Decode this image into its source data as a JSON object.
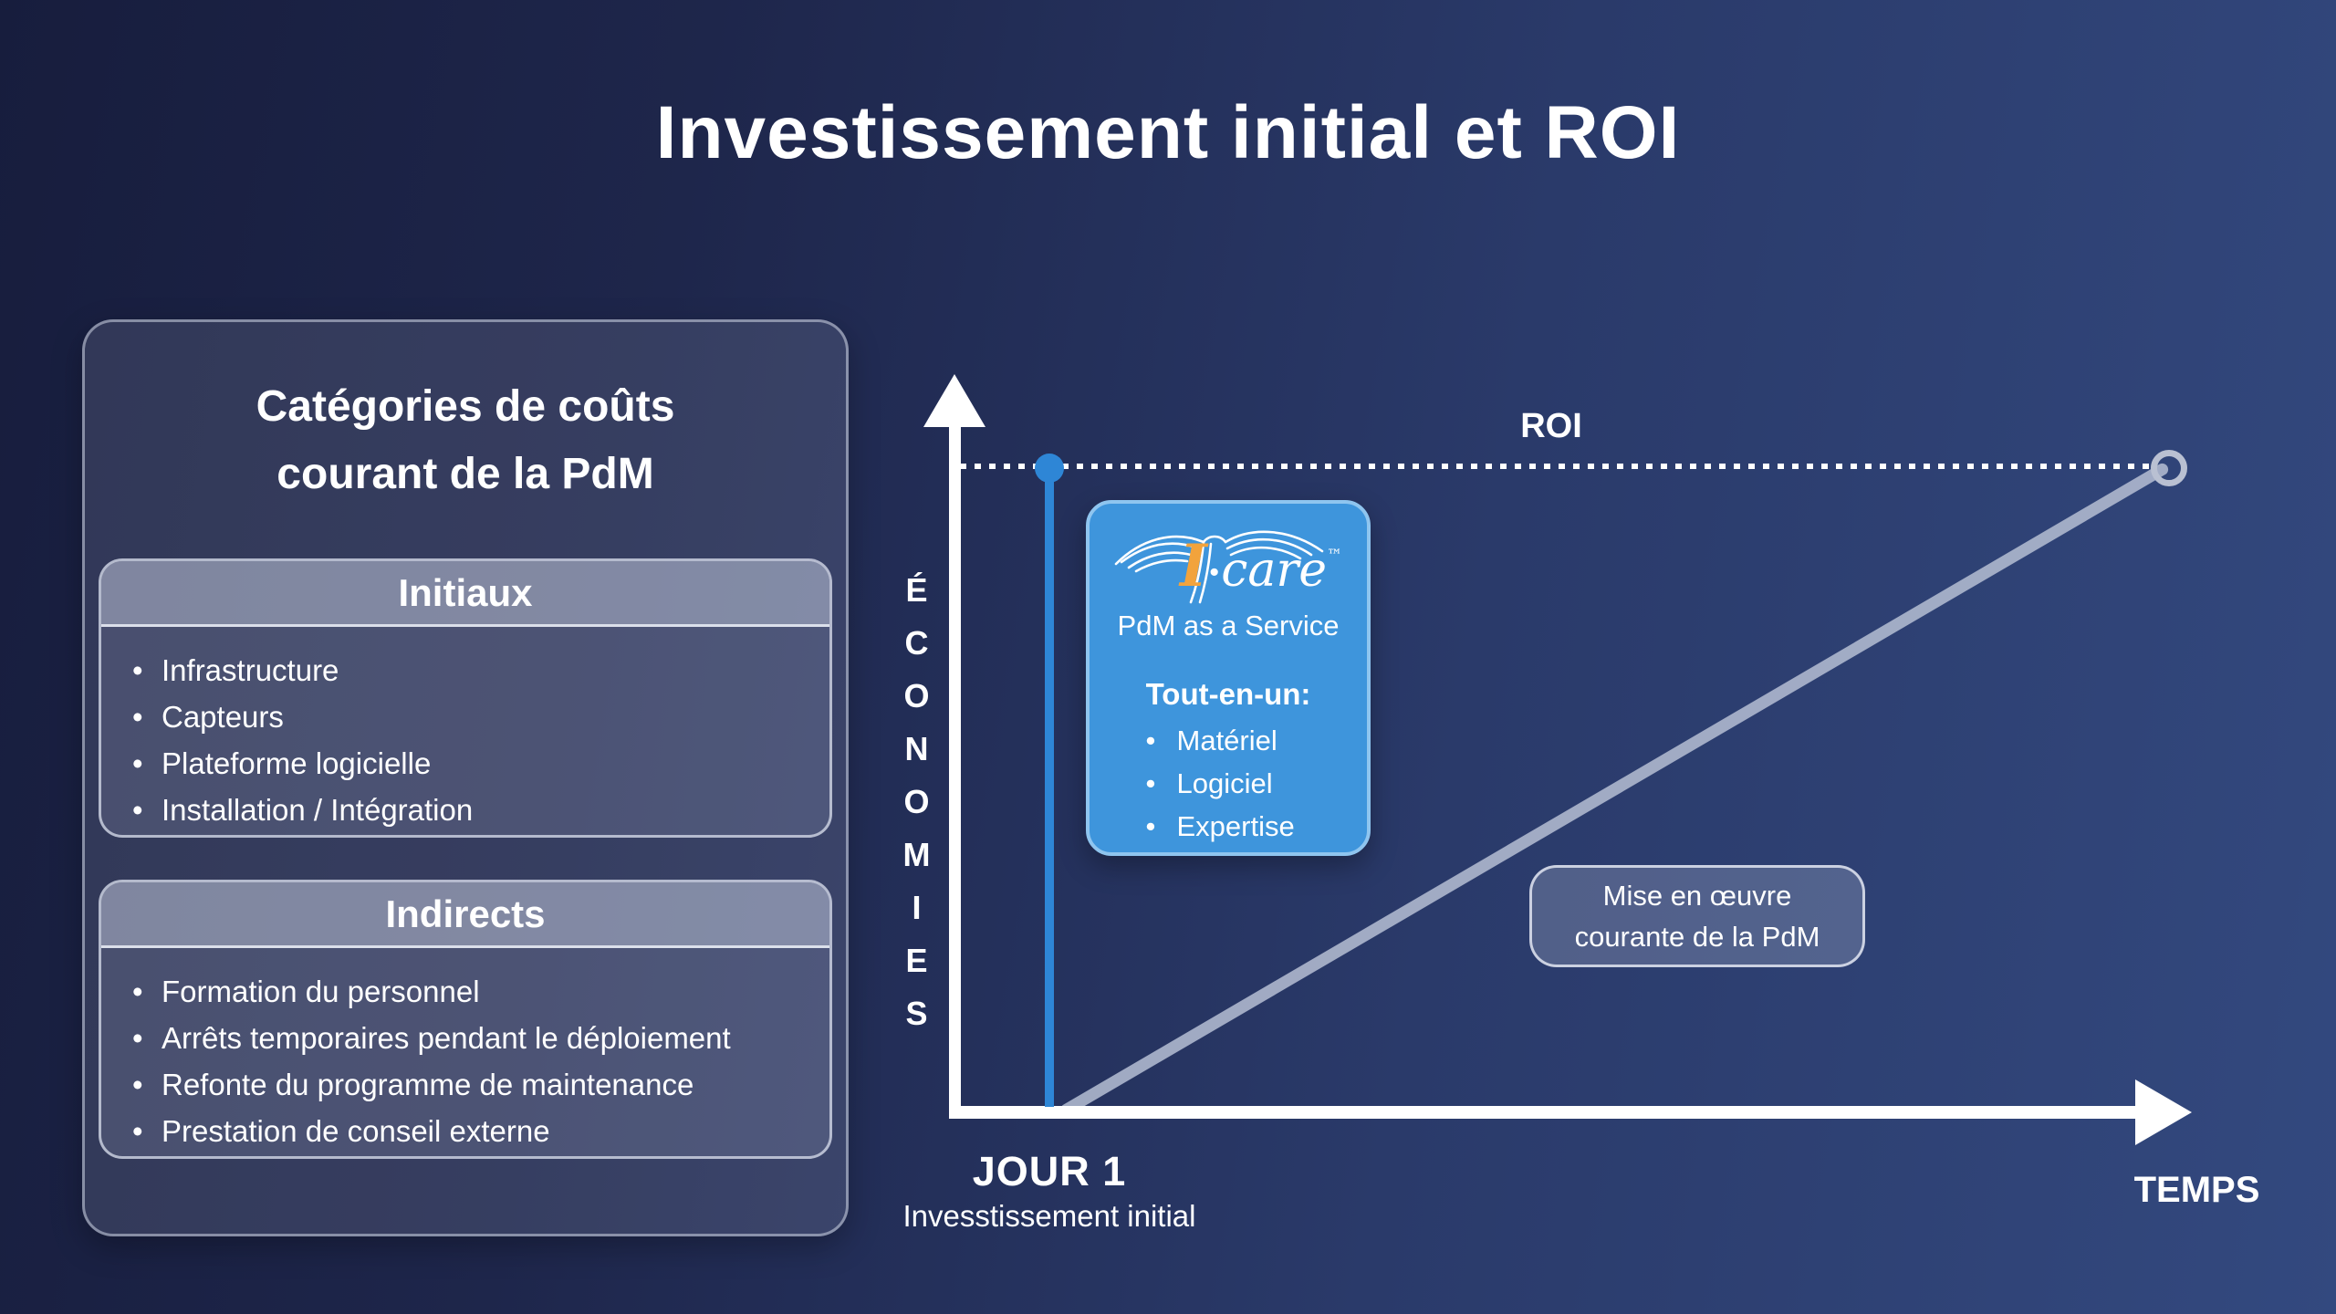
{
  "title": "Investissement initial et ROI",
  "cost_panel": {
    "title_line1": "Catégories de coûts",
    "title_line2": "courant de la PdM",
    "sections": [
      {
        "header": "Initiaux",
        "items": [
          "Infrastructure",
          "Capteurs",
          "Plateforme logicielle",
          "Installation / Intégration"
        ]
      },
      {
        "header": "Indirects",
        "items": [
          "Formation du personnel",
          "Arrêts temporaires pendant le déploiement",
          "Refonte du programme de maintenance",
          "Prestation de conseil externe"
        ]
      }
    ]
  },
  "chart": {
    "y_axis_label": "ÉCONOMIES",
    "x_axis_label": "TEMPS",
    "roi_label": "ROI",
    "day1": {
      "label": "JOUR 1",
      "sublabel": "Invesstissement initial"
    },
    "service_box": {
      "logo": {
        "bird_icon": "stork-bird-line-art",
        "brand_i": "I",
        "brand_separator": "·",
        "brand_rest": "care",
        "trademark": "™"
      },
      "subtitle": "PdM as a Service",
      "list_title": "Tout-en-un:",
      "items": [
        "Matériel",
        "Logiciel",
        "Expertise"
      ]
    },
    "note_box": {
      "line1": "Mise en œuvre",
      "line2": "courante de la PdM"
    }
  },
  "colors": {
    "background_left": "#171d3d",
    "background_right": "#33497f",
    "accent_blue": "#3e95dc",
    "accent_blue_border": "#8fc5ef",
    "investment_blue": "#2e86d6",
    "savings_gray": "#b2bbd0",
    "text_white": "#ffffff",
    "logo_orange": "#f2a33c"
  }
}
